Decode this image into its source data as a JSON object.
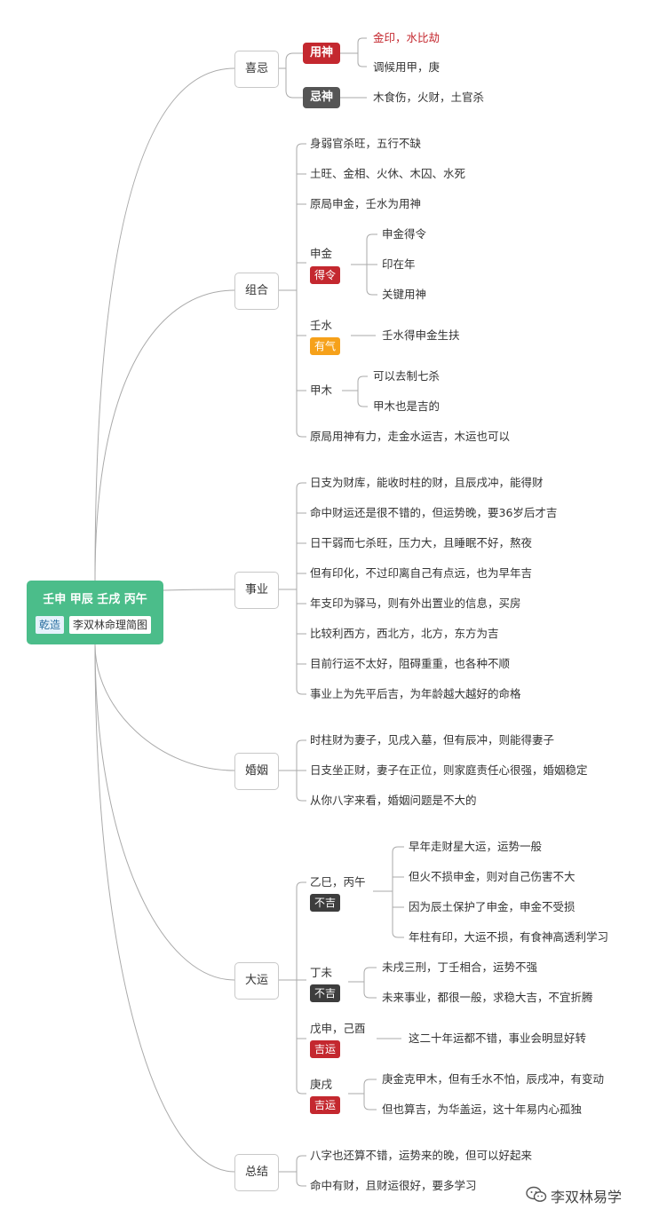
{
  "root": {
    "title": "壬申 甲辰 壬戌 丙午",
    "tag": "乾造",
    "source": "李双林命理简图"
  },
  "xiji": {
    "label": "喜忌",
    "yongshen": {
      "label": "用神",
      "items": [
        "金印，水比劫",
        "调候用甲，庚"
      ]
    },
    "jishen": {
      "label": "忌神",
      "item": "木食伤，火财，土官杀"
    }
  },
  "zuhe": {
    "label": "组合",
    "items": [
      "身弱官杀旺，五行不缺",
      "土旺、金相、火休、木囚、水死",
      "原局申金，壬水为用神"
    ],
    "shenjin": {
      "label": "申金",
      "badge": "得令",
      "items": [
        "申金得令",
        "印在年",
        "关键用神"
      ]
    },
    "renshui": {
      "label": "壬水",
      "badge": "有气",
      "item": "壬水得申金生扶"
    },
    "jiamu": {
      "label": "甲木",
      "items": [
        "可以去制七杀",
        "甲木也是吉的"
      ]
    },
    "last": "原局用神有力，走金水运吉，木运也可以"
  },
  "shiye": {
    "label": "事业",
    "items": [
      "日支为财库，能收时柱的财，且辰戌冲，能得财",
      "命中财运还是很不错的，但运势晚，要36岁后才吉",
      "日干弱而七杀旺，压力大，且睡眠不好，熬夜",
      "但有印化，不过印离自己有点远，也为早年吉",
      "年支印为驿马，则有外出置业的信息，买房",
      "比较利西方，西北方，北方，东方为吉",
      "目前行运不太好，阻碍重重，也各种不顺",
      "事业上为先平后吉，为年龄越大越好的命格"
    ]
  },
  "hunyin": {
    "label": "婚姻",
    "items": [
      "时柱财为妻子，见戌入墓，但有辰冲，则能得妻子",
      "日支坐正财，妻子在正位，则家庭责任心很强，婚姻稳定",
      "从你八字来看，婚姻问题是不大的"
    ]
  },
  "dayun": {
    "label": "大运",
    "y1": {
      "label": "乙巳，丙午",
      "badge": "不吉",
      "items": [
        "早年走财星大运，运势一般",
        "但火不损申金，则对自己伤害不大",
        "因为辰土保护了申金，申金不受损",
        "年柱有印，大运不损，有食神高透利学习"
      ]
    },
    "y2": {
      "label": "丁未",
      "badge": "不吉",
      "items": [
        "未戌三刑，丁壬相合，运势不强",
        "未来事业，都很一般，求稳大吉，不宜折腾"
      ]
    },
    "y3": {
      "label": "戊申，己酉",
      "badge": "吉运",
      "item": "这二十年运都不错，事业会明显好转"
    },
    "y4": {
      "label": "庚戌",
      "badge": "吉运",
      "items": [
        "庚金克甲木，但有壬水不怕，辰戌冲，有变动",
        "但也算吉，为华盖运，这十年易内心孤独"
      ]
    }
  },
  "zongjie": {
    "label": "总结",
    "items": [
      "八字也还算不错，运势来的晚，但可以好起来",
      "命中有财，且财运很好，要多学习"
    ]
  },
  "watermark": {
    "text": "李双林易学",
    "icon": "wechat-icon"
  },
  "colors": {
    "root": "#4bbd8a",
    "red": "#c4282f",
    "dark": "#3d3d3d",
    "orange": "#f6a11a",
    "line": "#aaaaaa"
  }
}
